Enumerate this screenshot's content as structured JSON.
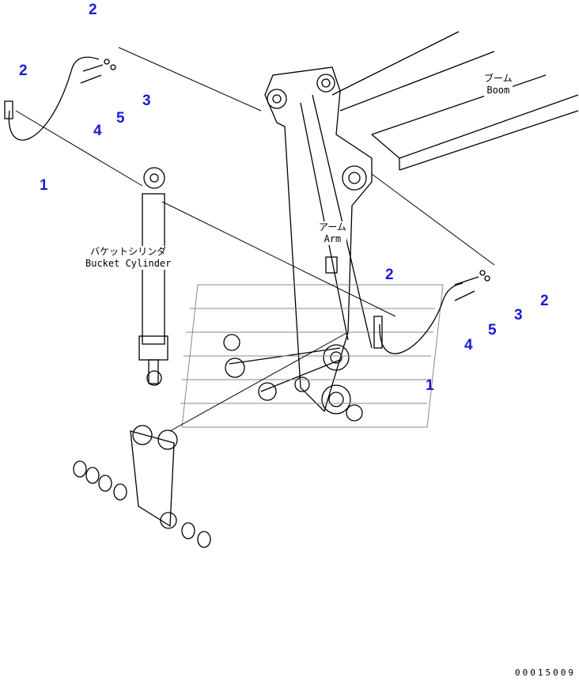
{
  "callouts_left": {
    "hose": "1",
    "plug_top": "2",
    "plug_mid": "2",
    "washer": "3",
    "bolt": "4",
    "washer2": "5"
  },
  "callouts_right": {
    "hose": "1",
    "plug_mid": "2",
    "plug_right": "2",
    "washer": "3",
    "bolt": "4",
    "washer2": "5"
  },
  "labels": {
    "boom_jp": "ブーム",
    "boom_en": "Boom",
    "arm_jp": "アーム",
    "arm_en": "Arm",
    "cylinder_jp": "バケットシリンダ",
    "cylinder_en": "Bucket Cylinder"
  },
  "drawing_code": "00015009",
  "colors": {
    "callout": "#1a1ad8",
    "line": "#000000"
  }
}
